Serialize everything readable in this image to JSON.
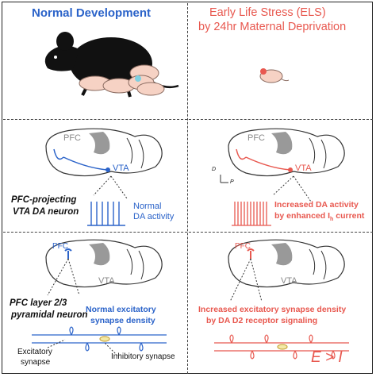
{
  "left_panel": {
    "title": "Normal Development",
    "brain_region_pfc": "PFC",
    "brain_region_vta": "VTA",
    "da_neuron_label_line1": "PFC-projecting",
    "da_neuron_label_line2": "VTA DA neuron",
    "da_activity_line1": "Normal",
    "da_activity_line2": "DA activity",
    "pyramidal_label_line1": "PFC layer 2/3",
    "pyramidal_label_line2": "pyramidal neuron",
    "synapse_density_line1": "Normal excitatory",
    "synapse_density_line2": "synapse density",
    "excitatory_label_line1": "Excitatory",
    "excitatory_label_line2": "synapse",
    "inhibitory_label": "Inhibitory synapse"
  },
  "right_panel": {
    "title_line1": "Early Life Stress (ELS)",
    "title_line2": "by 24hr Maternal Deprivation",
    "brain_region_pfc": "PFC",
    "brain_region_vta": "VTA",
    "axis_d": "D",
    "axis_p": "P",
    "da_activity_line1": "Increased DA activity",
    "da_activity_line2_prefix": "by enhanced I",
    "da_activity_line2_sub": "h",
    "da_activity_line2_suffix": " current",
    "synapse_density_line1": "Increased excitatory synapse density",
    "synapse_density_line2": "by DA D2 receptor signaling",
    "ei_ratio": "E > I"
  },
  "colors": {
    "normal": "#2b63c9",
    "els": "#e8584f",
    "outline": "#333333",
    "mouse": "#111111",
    "pup": "#f6d2c4"
  }
}
